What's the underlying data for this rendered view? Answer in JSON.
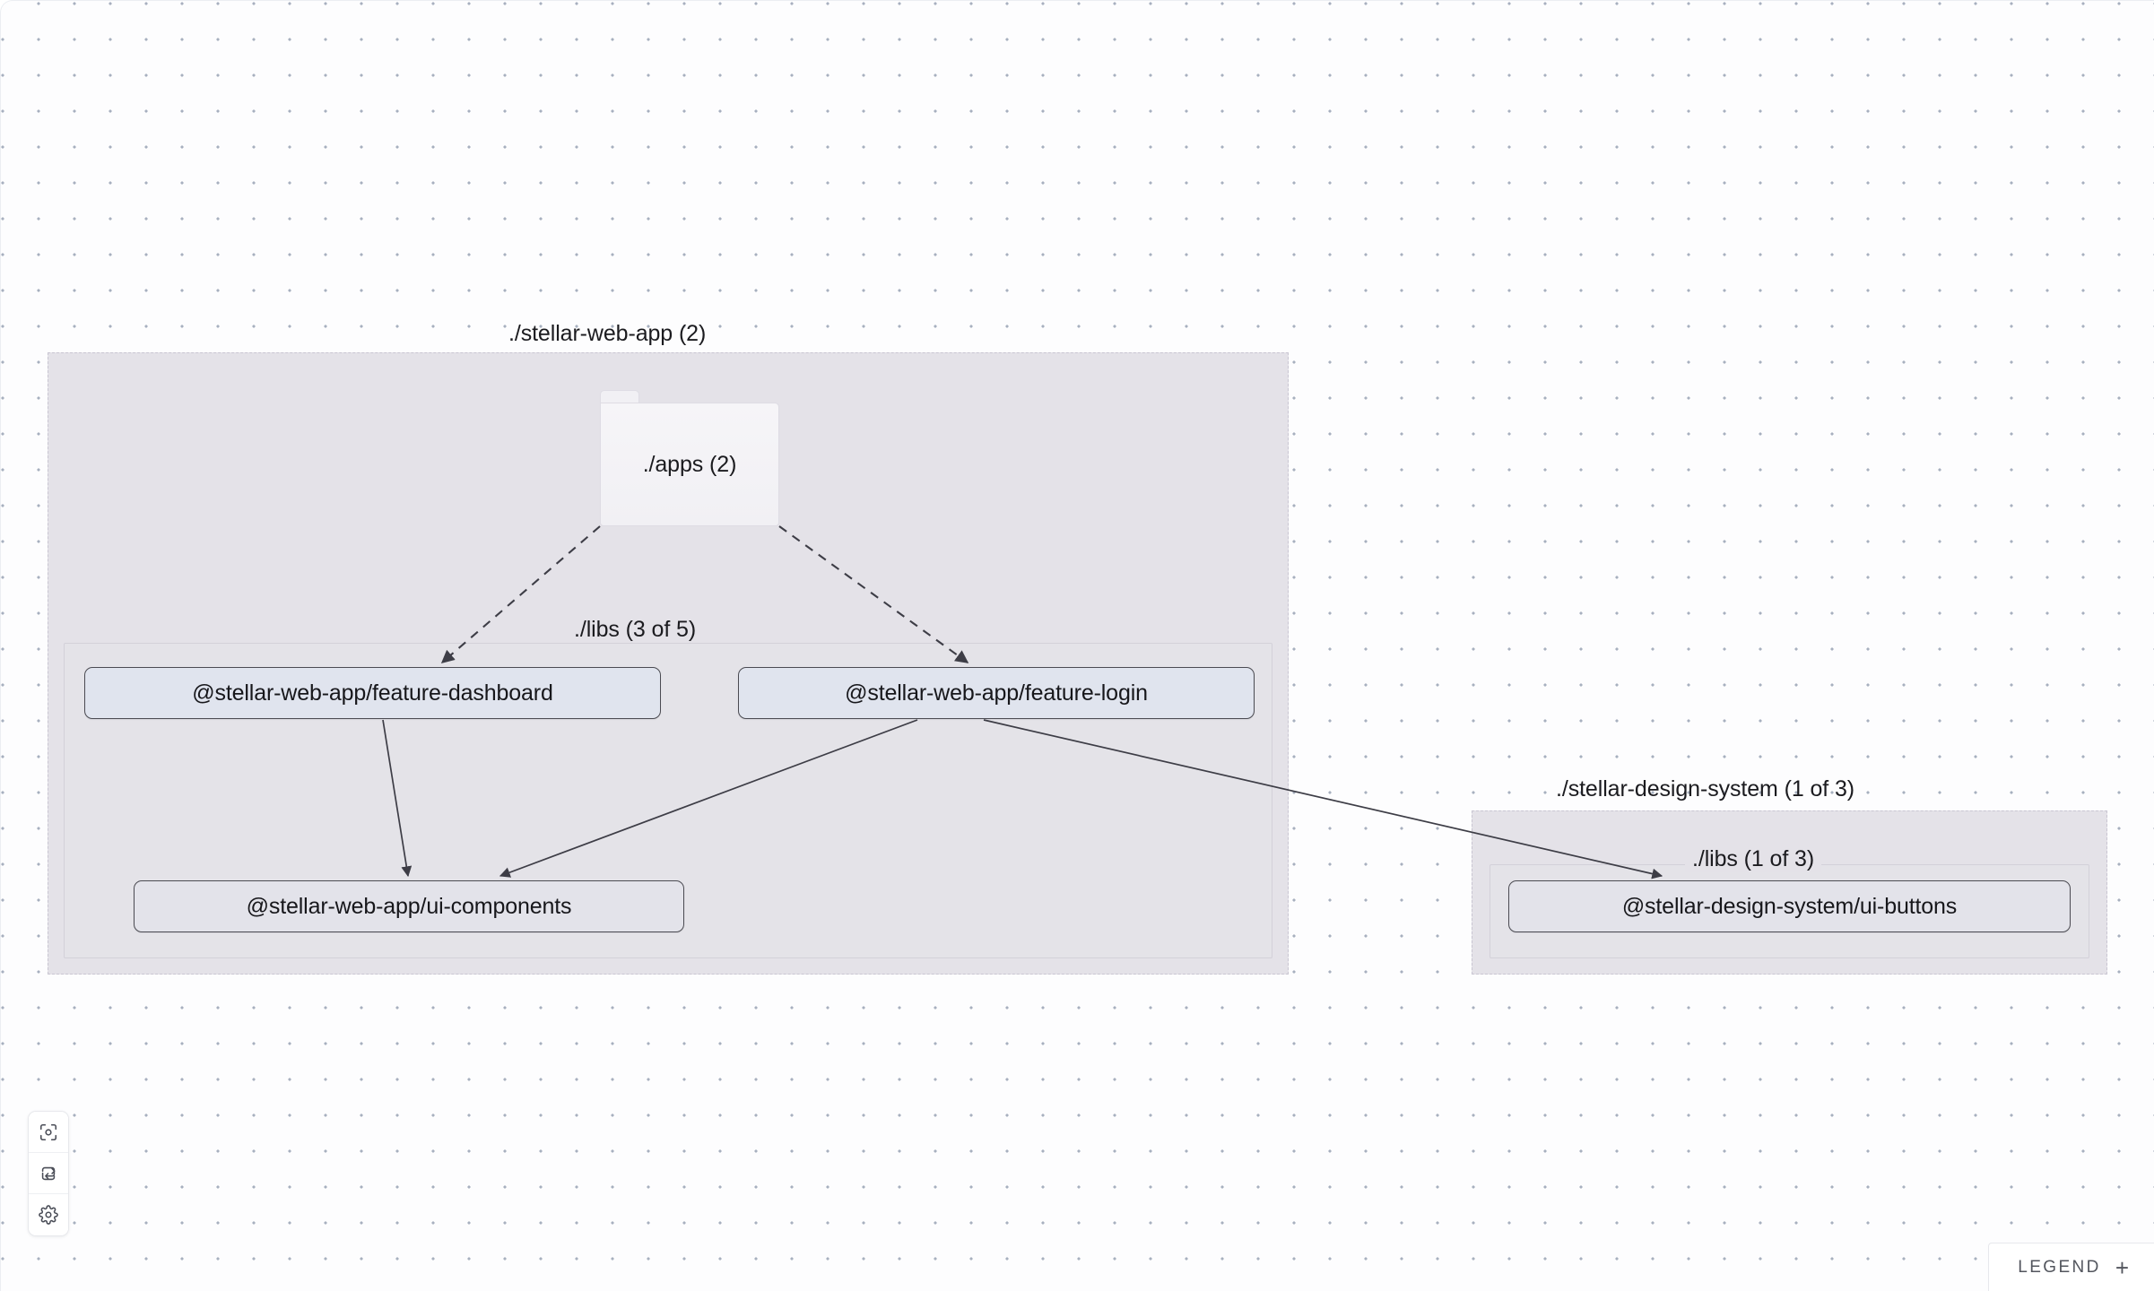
{
  "canvas": {
    "background_color": "#fdfdfe",
    "grid_dot_color": "#a7b0bf"
  },
  "graph": {
    "projects": [
      {
        "id": "stellar-web-app",
        "label": "./stellar-web-app (2)",
        "folders": [
          {
            "id": "apps",
            "label": "./apps (2)",
            "type": "folder-node"
          },
          {
            "id": "web-app-libs",
            "label": "./libs (3 of 5)",
            "type": "group"
          }
        ],
        "nodes": [
          {
            "id": "feature-dashboard",
            "label": "@stellar-web-app/feature-dashboard"
          },
          {
            "id": "feature-login",
            "label": "@stellar-web-app/feature-login"
          },
          {
            "id": "ui-components",
            "label": "@stellar-web-app/ui-components"
          }
        ]
      },
      {
        "id": "stellar-design-system",
        "label": "./stellar-design-system (1 of 3)",
        "folders": [
          {
            "id": "ds-libs",
            "label": "./libs (1 of 3)",
            "type": "group"
          }
        ],
        "nodes": [
          {
            "id": "ui-buttons",
            "label": "@stellar-design-system/ui-buttons"
          }
        ]
      }
    ],
    "edges": [
      {
        "from": "apps",
        "to": "feature-dashboard",
        "style": "dashed"
      },
      {
        "from": "apps",
        "to": "feature-login",
        "style": "dashed"
      },
      {
        "from": "feature-dashboard",
        "to": "ui-components",
        "style": "solid"
      },
      {
        "from": "feature-login",
        "to": "ui-components",
        "style": "solid"
      },
      {
        "from": "feature-login",
        "to": "ui-buttons",
        "style": "solid"
      }
    ],
    "edge_color": "#3d3d46",
    "node_fill": "#e0e4ee",
    "node_border": "#4b4b52"
  },
  "toolbar": {
    "buttons": [
      {
        "name": "focus-graph",
        "icon": "focus-icon"
      },
      {
        "name": "refresh-graph",
        "icon": "refresh-icon"
      },
      {
        "name": "graph-settings",
        "icon": "gear-icon"
      }
    ]
  },
  "legend": {
    "label": "LEGEND",
    "expand_glyph": "+"
  }
}
